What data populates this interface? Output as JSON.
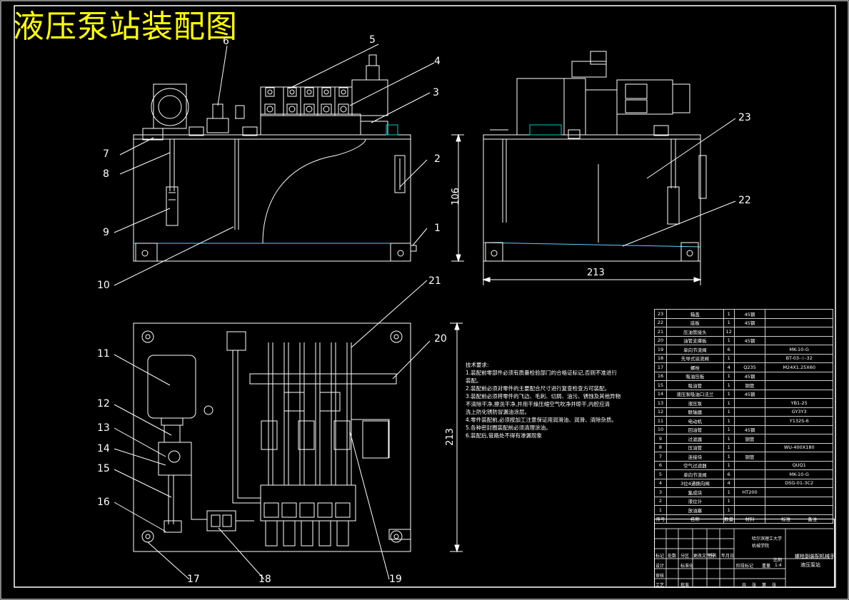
{
  "title": "液压泵站装配图",
  "callouts": {
    "n1": "1",
    "n2": "2",
    "n3": "3",
    "n4": "4",
    "n5": "5",
    "n6": "6",
    "n7": "7",
    "n8": "8",
    "n9": "9",
    "n10": "10",
    "n11": "11",
    "n12": "12",
    "n13": "13",
    "n14": "14",
    "n15": "15",
    "n16": "16",
    "n17": "17",
    "n18": "18",
    "n19": "19",
    "n20": "20",
    "n21": "21",
    "n22": "22",
    "n23": "23"
  },
  "dimensions": {
    "height_front": "106",
    "width_side": "213",
    "height_plan": "213"
  },
  "notes": [
    "技术要求:",
    "1.装配前零部件必须有质量检验部门的合格证标记,否则不准进行",
    "装配。",
    "2.装配前必须对零件的主要配合尺寸进行复查检查方可装配。",
    "3.装配前必须将零件的飞边、毛刺、切屑、油污、锈蚀及其他异物",
    "不清除干净,擦洗干净,并用干燥压缩空气吹净并晾干,内腔应清",
    "洗上防化锈防冒漏油涂层。",
    "4.零件装配前,必须按加工注意保证用润滑油、润滑、清除杂质。",
    "5.各种密封圈装配前必须清理涂油。",
    "6.装配后,管路处不得有渗漏现象"
  ],
  "bom": [
    [
      "23",
      "箱盖",
      "1",
      "45钢",
      ""
    ],
    [
      "22",
      "底板",
      "1",
      "45钢",
      ""
    ],
    [
      "21",
      "压油管接头",
      "12",
      "",
      ""
    ],
    [
      "20",
      "油管支撑板",
      "1",
      "45钢",
      ""
    ],
    [
      "19",
      "单向节流阀",
      "6",
      "",
      "MK-10-G"
    ],
    [
      "18",
      "先导式溢流阀",
      "1",
      "",
      "BT-03-☆-32"
    ],
    [
      "17",
      "螺栓",
      "4",
      "Q235",
      "M24X1.25X60"
    ],
    [
      "16",
      "吸油压板",
      "1",
      "45钢",
      ""
    ],
    [
      "15",
      "吸油管",
      "1",
      "铜管",
      ""
    ],
    [
      "14",
      "液压泵吸油口法兰",
      "1",
      "45钢",
      ""
    ],
    [
      "13",
      "液压泵",
      "1",
      "",
      "YB1-25"
    ],
    [
      "12",
      "联轴器",
      "1",
      "",
      "GY3Y3"
    ],
    [
      "11",
      "电动机",
      "1",
      "",
      "Y132S-6"
    ],
    [
      "10",
      "回油管",
      "1",
      "45钢",
      ""
    ],
    [
      "9",
      "过滤器",
      "1",
      "铜管",
      ""
    ],
    [
      "8",
      "压油管",
      "1",
      "",
      "WU-400X180"
    ],
    [
      "7",
      "连接块",
      "1",
      "铜管",
      ""
    ],
    [
      "6",
      "空气过滤器",
      "1",
      "",
      "QUQ1"
    ],
    [
      "5",
      "单向节流阀",
      "6",
      "",
      "MK-10-G"
    ],
    [
      "4",
      "3位4通换向阀",
      "4",
      "",
      "DSG-01-3C2"
    ],
    [
      "3",
      "集成块",
      "1",
      "HT200",
      ""
    ],
    [
      "2",
      "液位计",
      "1",
      "",
      ""
    ],
    [
      "1",
      "放油塞",
      "1",
      "",
      ""
    ]
  ],
  "bom_header": [
    "序号",
    "名称",
    "数量",
    "材料",
    "标准",
    "备注"
  ],
  "title_block": {
    "school": "哈尔滨理工大学",
    "dept": "机械学院",
    "drawing_name_1": "螺栓副装配机械手",
    "drawing_name_2": "液压泵站",
    "scale": "1:4",
    "labels": [
      "标记",
      "处数",
      "分区",
      "更改文件号",
      "签名",
      "年月日",
      "设计",
      "标准化",
      "阶段标记",
      "重量",
      "比例",
      "审核",
      "工艺",
      "批准",
      "共",
      "张",
      "第",
      "张"
    ]
  }
}
